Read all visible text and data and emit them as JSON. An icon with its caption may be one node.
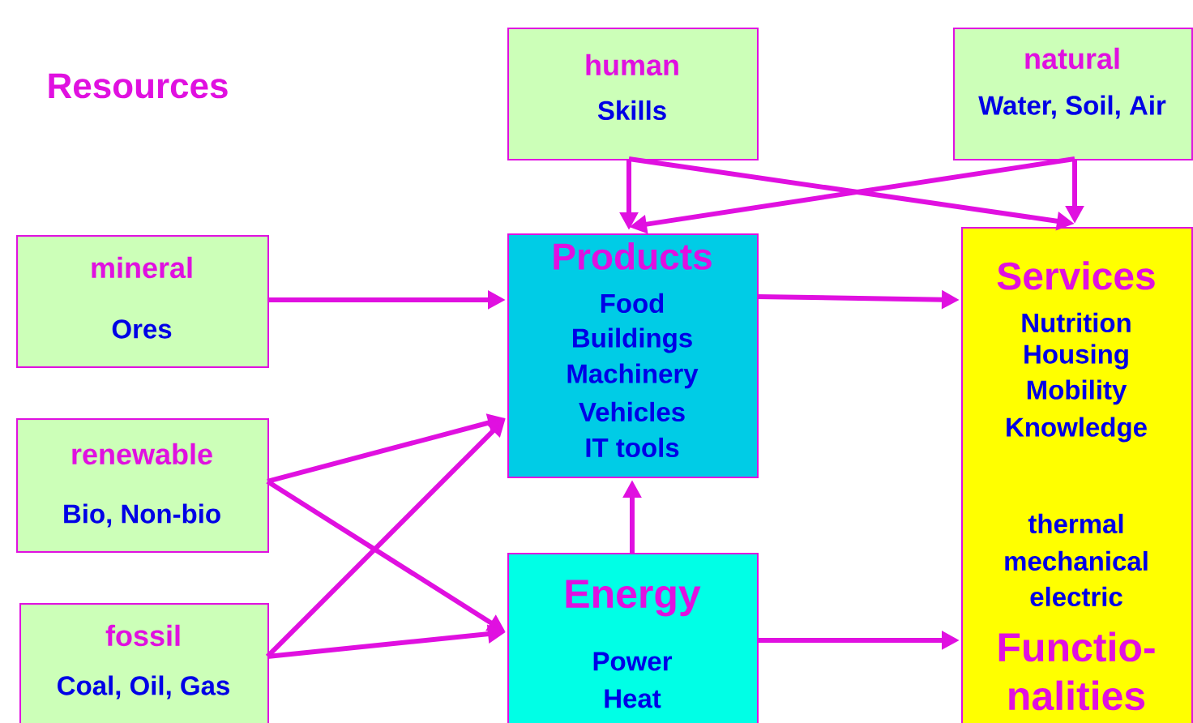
{
  "diagram": {
    "nodes": [
      {
        "text": [
          "human",
          "Skills"
        ]
      },
      {
        "text": [
          "natural",
          "Water, Soil, Air"
        ]
      },
      {
        "text": [
          "mineral",
          "Ores"
        ]
      },
      {
        "text": [
          "Products",
          "Food",
          "Buildings",
          "Machinery",
          "Vehicles",
          "IT tools"
        ]
      },
      {
        "text": [
          "renewable",
          "Bio, Non-bio"
        ]
      },
      {
        "text": [
          "Services",
          "Nutrition",
          "Housing",
          "Mobility",
          "Knowledge",
          "thermal",
          "mechanical",
          "electric",
          "Functio- nalities"
        ]
      },
      {
        "text": [
          "fossil",
          "Coal, Oil, Gas"
        ]
      },
      {
        "text": [
          "Energy",
          "Power",
          "Heat"
        ]
      }
    ],
    "edges": [
      {
        "from": 0,
        "to": 3,
        "arrow": "to"
      },
      {
        "from": 0,
        "to": 5,
        "arrow": "to"
      },
      {
        "from": 1,
        "to": 5,
        "arrow": "to"
      },
      {
        "from": 1,
        "to": 3,
        "arrow": "to"
      },
      {
        "from": 2,
        "to": 3,
        "arrow": "to"
      },
      {
        "from": 4,
        "to": 3,
        "arrow": "to"
      },
      {
        "from": 4,
        "to": 7,
        "arrow": "to"
      },
      {
        "from": 6,
        "to": 3,
        "arrow": "to"
      },
      {
        "from": 6,
        "to": 7,
        "arrow": "to"
      },
      {
        "from": 7,
        "to": 3,
        "arrow": "to"
      },
      {
        "from": 3,
        "to": 5,
        "arrow": "to"
      },
      {
        "from": 7,
        "to": 5,
        "arrow": "to"
      }
    ],
    "labels": [
      "Resources"
    ]
  }
}
